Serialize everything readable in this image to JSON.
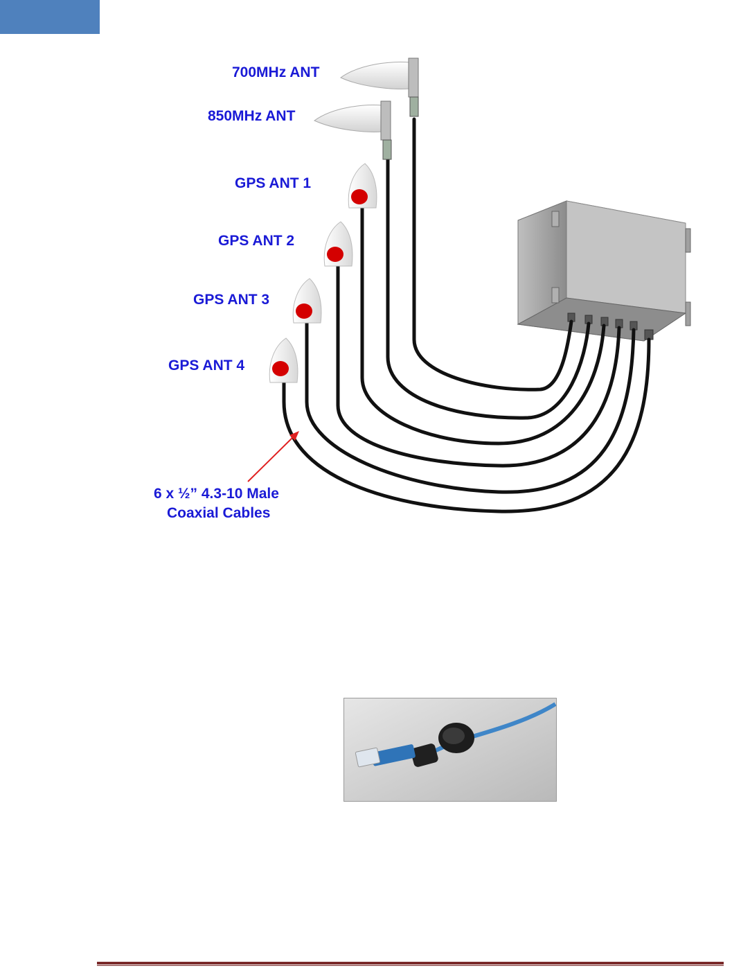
{
  "labels": {
    "ant700": "700MHz ANT",
    "ant850": "850MHz ANT",
    "gps1": "GPS ANT 1",
    "gps2": "GPS ANT 2",
    "gps3": "GPS ANT 3",
    "gps4": "GPS ANT 4",
    "cables_line1": "6 x ½” 4.3-10 Male",
    "cables_line2": "Coaxial Cables"
  },
  "colors": {
    "label": "#1a1ad6",
    "header_tab": "#4f81bd",
    "footer_rule": "#7a2a2a",
    "arrow": "#e02020",
    "gps_dot": "#d40000"
  }
}
